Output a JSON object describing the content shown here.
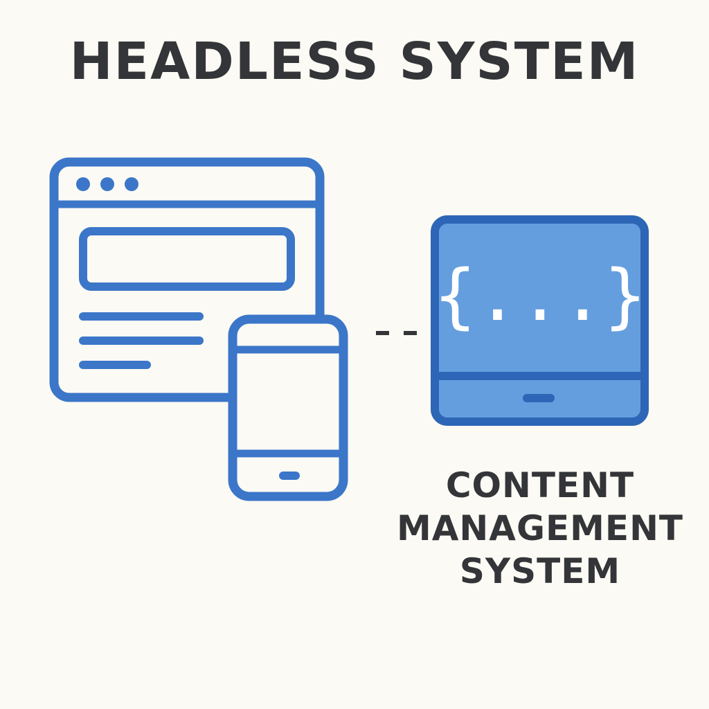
{
  "title": "HEADLESS SYSTEM",
  "cms": {
    "label_lines": [
      "CONTENT",
      "MANAGEMENT",
      "SYSTEM"
    ],
    "code_glyph": "{...}"
  },
  "colors": {
    "background": "#fcfaf4",
    "stroke_blue": "#3b76c9",
    "fill_blue": "#649ede",
    "panel_blue": "#2d66b6",
    "text": "#333538"
  },
  "icons": [
    "browser-window-icon",
    "smartphone-icon",
    "tablet-cms-icon",
    "dashed-connector"
  ]
}
